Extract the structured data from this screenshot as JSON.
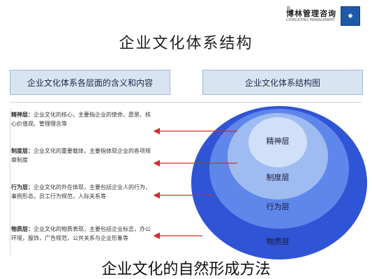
{
  "logo": {
    "name": "博林管理咨询",
    "sub": "CONSULTING MANAGEMENT",
    "reg": "®"
  },
  "title": "企业文化体系结构",
  "headers": {
    "left": "企业文化体系各层面的含义和内容",
    "right": "企业文化体系结构图"
  },
  "layers": [
    {
      "label": "精神层",
      "title": "精神层：",
      "text": "企业文化的核心，主要指企业的使命、愿景、核心价值观、管理理念等"
    },
    {
      "label": "制度层",
      "title": "制度层：",
      "text": "企业文化的重要载体，主要指体现企业的各项规章制度"
    },
    {
      "label": "行为层",
      "title": "行为层：",
      "text": "企业文化的外在体现，主要包括企业人的行为，事例形态，员工行为规范，人际关系等"
    },
    {
      "label": "物质层",
      "title": "物质层：",
      "text": "企业文化的物质表现，主要包括企业标志，办公环境，服饰，广告规范，公共关系与企业形象等"
    }
  ],
  "caption": "企业文化的自然形成方法",
  "colors": {
    "outer": "#2f54d6",
    "ring3": "#5f86ea",
    "ring2": "#9ebcf2",
    "core": "#cfe0f8",
    "arrow": "#d32b2b"
  }
}
